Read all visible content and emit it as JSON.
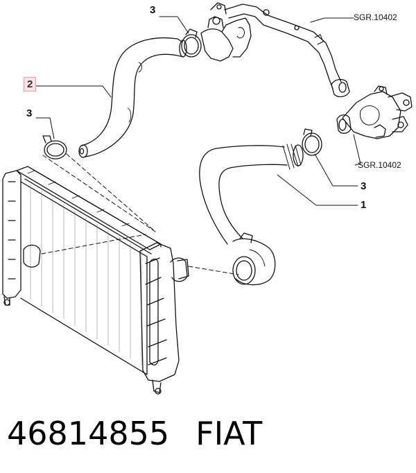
{
  "diagram": {
    "callouts": [
      {
        "id": "c3-top",
        "label": "3"
      },
      {
        "id": "c2",
        "label": "2",
        "highlighted": true,
        "highlight_color": "#fbe3e6"
      },
      {
        "id": "c3-left",
        "label": "3"
      },
      {
        "id": "c3-right",
        "label": "3"
      },
      {
        "id": "c1",
        "label": "1"
      }
    ],
    "references": [
      {
        "id": "ref-top",
        "label": "SGR.10402"
      },
      {
        "id": "ref-right",
        "label": "SGR.10402"
      }
    ]
  },
  "footer": {
    "part_number": "46814855",
    "brand": "FIAT"
  }
}
